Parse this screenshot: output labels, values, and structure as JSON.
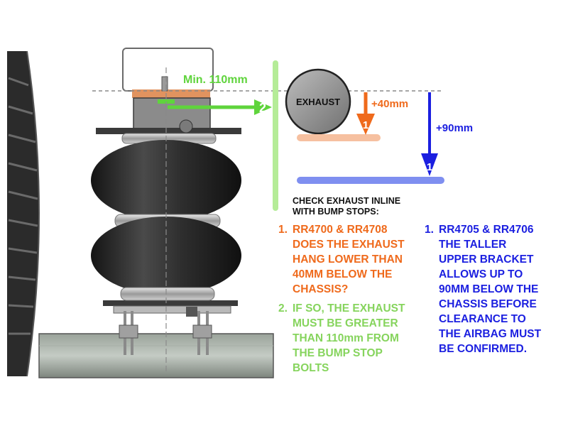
{
  "labels": {
    "min_distance": "Min. 110mm",
    "exhaust": "EXHAUST",
    "orange_drop": "+40mm",
    "blue_drop": "+90mm",
    "marker_green": "2",
    "marker_orange": "1",
    "marker_blue": "1"
  },
  "check": {
    "title_line1": "CHECK EXHAUST INLINE",
    "title_line2": "WITH BUMP STOPS:"
  },
  "left_steps": [
    {
      "num": "1.",
      "lines": [
        "RR4700 & RR4708",
        "DOES THE EXHAUST",
        "HANG LOWER THAN",
        "40MM BELOW THE",
        "CHASSIS?"
      ]
    },
    {
      "num": "2.",
      "lines": [
        "IF SO, THE EXHAUST",
        "MUST BE GREATER",
        "THAN 110mm FROM",
        "THE BUMP STOP",
        "BOLTS"
      ]
    }
  ],
  "right_step": {
    "num": "1.",
    "lines": [
      "RR4705 & RR4706",
      "THE TALLER",
      "UPPER BRACKET",
      "ALLOWS UP TO",
      "90MM BELOW THE",
      "CHASSIS BEFORE",
      "CLEARANCE TO",
      "THE AIRBAG MUST",
      "BE CONFIRMED."
    ]
  },
  "colors": {
    "orange": "#ef6a1c",
    "green": "#5fd43c",
    "light_green": "#b5ec98",
    "blue": "#1b1fe0",
    "light_blue": "#7f8ff0",
    "peach": "#f6c0a0",
    "bag": "#2a2a2a"
  }
}
